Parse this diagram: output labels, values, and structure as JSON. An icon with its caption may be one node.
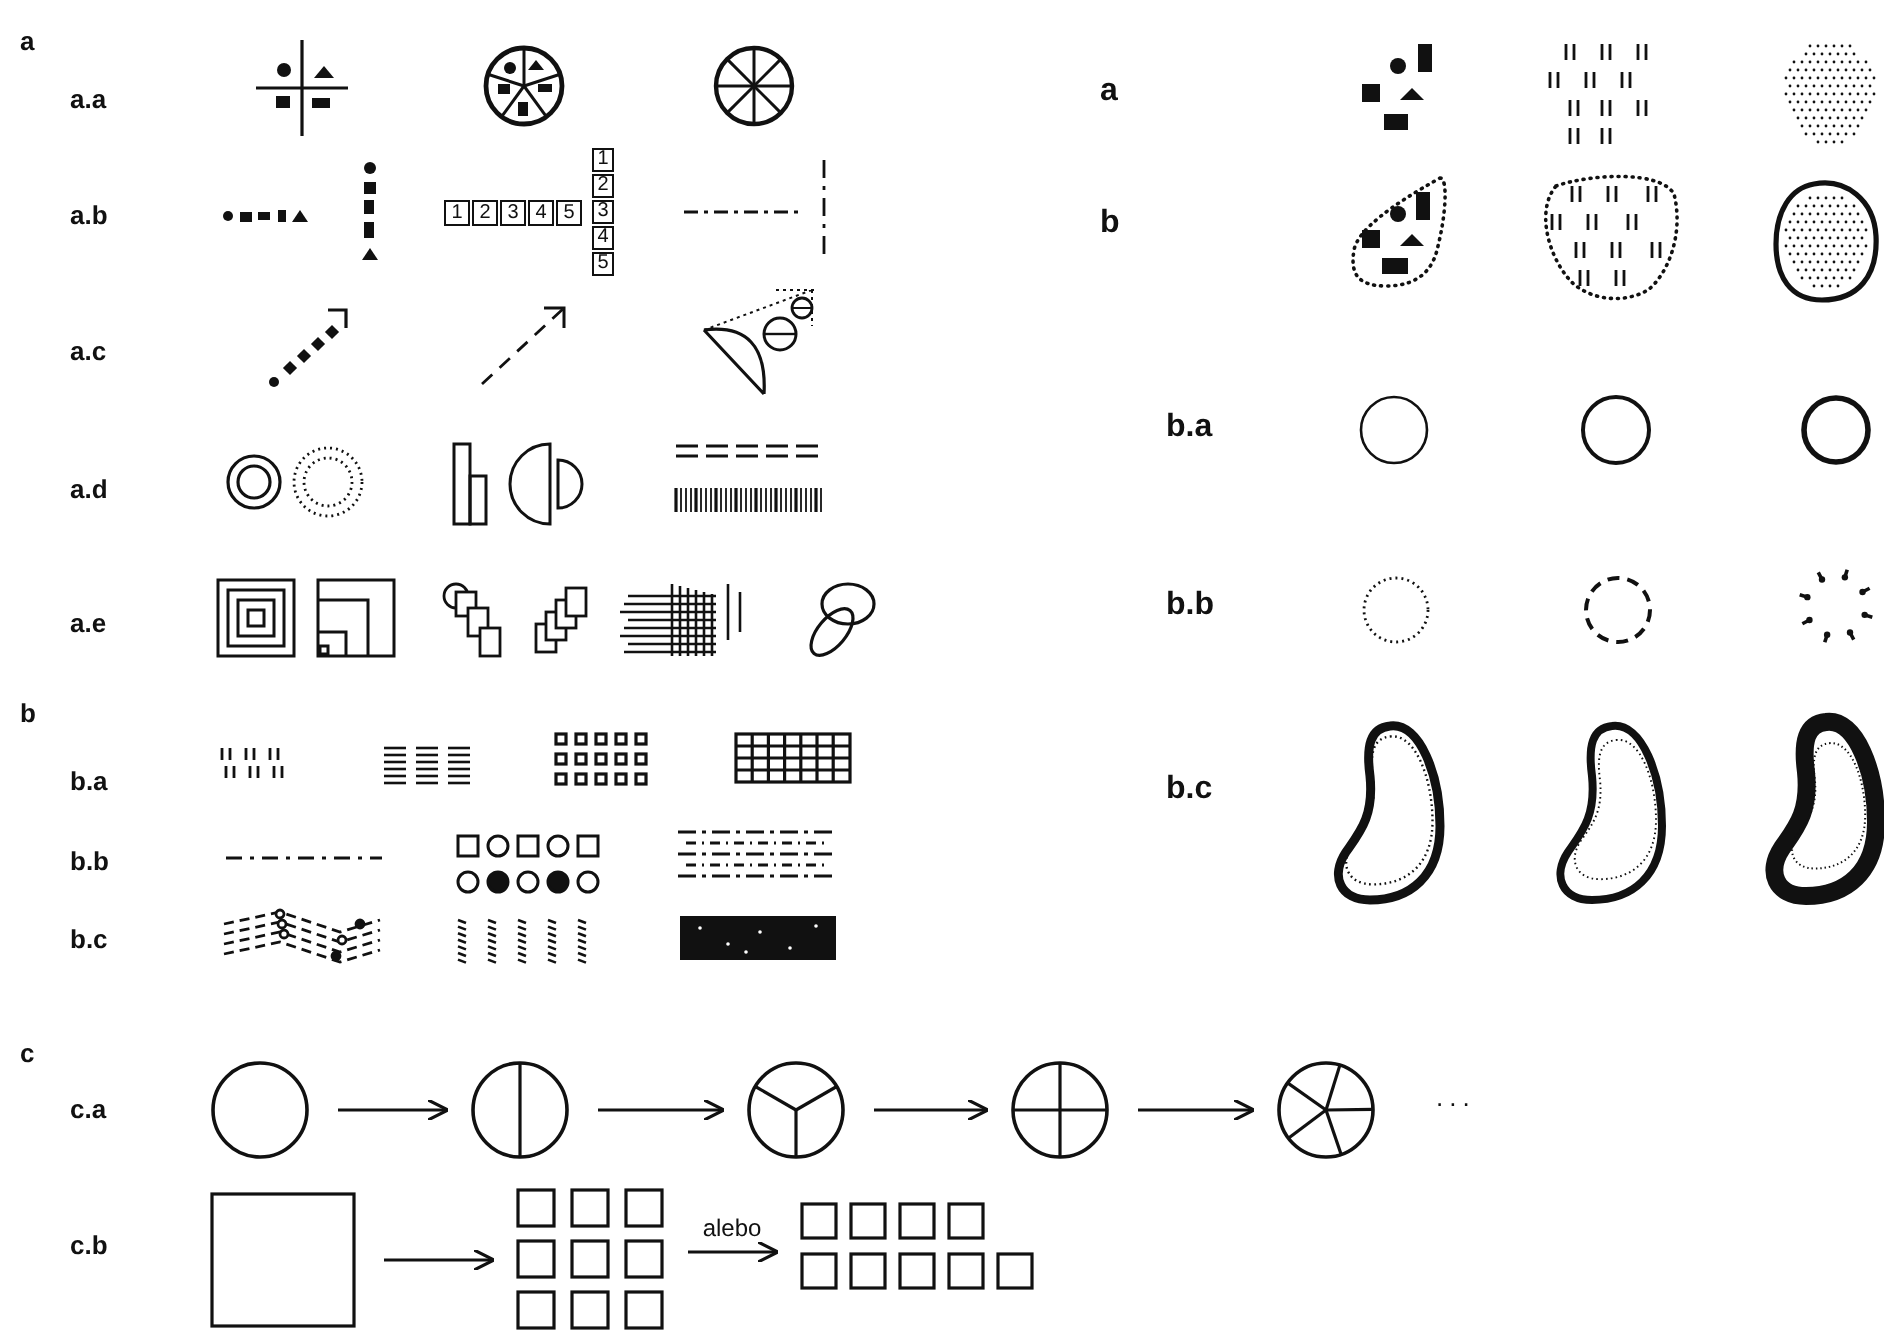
{
  "diagram": {
    "nodes": [
      {
        "text": [],
        "shape": "circle"
      },
      {
        "text": [],
        "shape": "circle"
      },
      {
        "text": [],
        "shape": "circle"
      },
      {
        "text": [],
        "shape": "circle"
      },
      {
        "text": [],
        "shape": "circle"
      },
      {
        "text": [],
        "shape": "box"
      },
      {
        "text": [],
        "shape": "grid"
      },
      {
        "text": [],
        "shape": "grid"
      }
    ],
    "edges": [
      {
        "from": 0,
        "to": 1,
        "arrow": "to"
      },
      {
        "from": 1,
        "to": 2,
        "arrow": "to"
      },
      {
        "from": 2,
        "to": 3,
        "arrow": "to"
      },
      {
        "from": 3,
        "to": 4,
        "arrow": "to"
      },
      {
        "from": 5,
        "to": 6,
        "arrow": "to"
      },
      {
        "from": 6,
        "to": 7,
        "arrow": "to",
        "label": "alebo"
      }
    ],
    "labels": [
      "a",
      "a.a",
      "a.b",
      "1",
      "2",
      "3",
      "4",
      "5",
      "1",
      "2",
      "3",
      "4",
      "5",
      "a.c",
      "a.d",
      "a.e",
      "b",
      "b.a",
      "b.b",
      "b.c",
      "c",
      "c.a",
      "...",
      "c.b",
      "a",
      "b",
      "b.a",
      "b.b",
      "b.c"
    ]
  }
}
